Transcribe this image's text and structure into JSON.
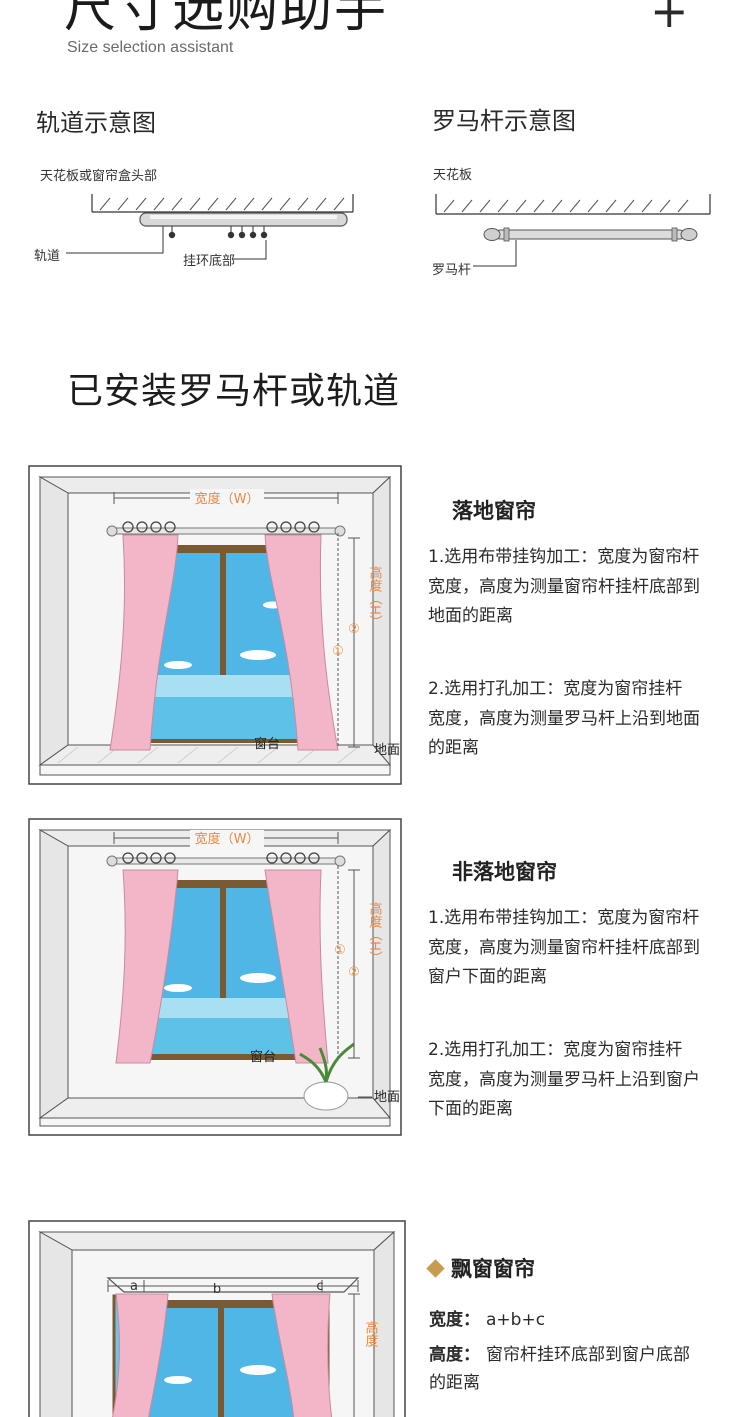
{
  "header": {
    "title": "尺寸选购助手",
    "subtitle": "Size selection assistant",
    "plus": "+"
  },
  "diagrams": {
    "track": {
      "title": "轨道示意图",
      "ceiling_label": "天花板或窗帘盒头部",
      "track_label": "轨道",
      "ring_label": "挂环底部"
    },
    "rod": {
      "title": "罗马杆示意图",
      "ceiling_label": "天花板",
      "rod_label": "罗马杆"
    }
  },
  "installed_heading": "已安装罗马杆或轨道",
  "illustration_labels": {
    "width": "宽度（W）",
    "height": "高度（H）",
    "sill": "窗台",
    "floor": "地面",
    "circle1": "①",
    "circle2": "②",
    "bay_a": "a",
    "bay_b": "b",
    "bay_c": "c",
    "bay_height": "高度"
  },
  "panels": [
    {
      "title": "落地窗帘",
      "item1": [
        "1.选用布带挂钩加工：宽度为窗帘杆",
        "宽度，高度为测量窗帘杆挂杆底部到",
        "地面的距离"
      ],
      "item2": [
        "2.选用打孔加工：宽度为窗帘挂杆",
        "宽度，高度为测量罗马杆上沿到地面",
        "的距离"
      ]
    },
    {
      "title": "非落地窗帘",
      "item1": [
        "1.选用布带挂钩加工：宽度为窗帘杆",
        "宽度，高度为测量窗帘杆挂杆底部到",
        "窗户下面的距离"
      ],
      "item2": [
        "2.选用打孔加工：宽度为窗帘挂杆",
        "宽度，高度为测量罗马杆上沿到窗户",
        "下面的距离"
      ]
    }
  ],
  "bay": {
    "title": "飘窗窗帘",
    "width_key": "宽度：",
    "width_val": "a+b+c",
    "height_key": "高度：",
    "height_val": "窗帘杆挂环底部到窗户底部",
    "height_val2": "的距离"
  },
  "colors": {
    "accent_orange": "#e78a45",
    "curtain_pink": "#f2b6c8",
    "diamond_gold": "#c79c4e",
    "frame_brown": "#7a5a33",
    "sky_blue": "#4fb6e6"
  }
}
